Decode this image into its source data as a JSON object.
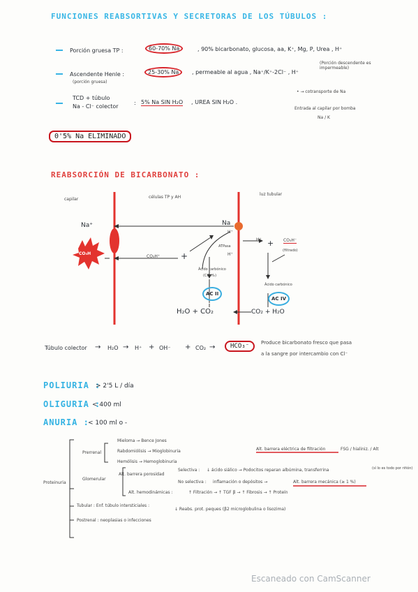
{
  "section1": {
    "title": "FUNCIONES REABSORTIVAS Y SECRETORAS DE LOS TÚBULOS :",
    "row1": {
      "label": "Porción gruesa TP :",
      "highlight": "60-70% Na",
      "rest": ", 90% bicarbonato, glucosa, aa, K⁺, Mg, P, Urea , H⁺"
    },
    "row2": {
      "label": "Ascendente Henle :",
      "sublabel": "(porción gruesa)",
      "highlight": "25-30% Na",
      "rest": ", permeable al agua , Na⁺/K⁺-2Cl⁻ , H⁺",
      "note": "(Porción descendente es impermeable)"
    },
    "row3": {
      "label1": "TCD + túbulo",
      "label2": "Na - Cl⁻ colector",
      "colon": ":",
      "highlight": "5% Na SIN H₂O",
      "rest": ", UREA SIN H₂O .",
      "note1": "• → cotransporte de Na",
      "note2": "Entrada al capilar por bomba",
      "note3": "Na / K"
    },
    "eliminated": "0'5% Na ELIMINADO"
  },
  "section2": {
    "title": "REABSORCIÓN DE BICARBONATO :",
    "capillary": "capilar",
    "cells": "células TP y AH",
    "lumen": "luz tubular",
    "na_left": "Na⁺",
    "na_right": "Na",
    "co3h_left": "CO₃H",
    "co3h_mid": "CO₃H⁺",
    "plus1": "+",
    "h_a": "H⁺",
    "h_b": "H⁺",
    "atpasa": "ATPasa",
    "h_lumen": "H⁺",
    "plus2": "+",
    "co3h_lumen": "CO₃H⁻",
    "filtered": "(filtrado)",
    "acid1": "Ácido carbónico",
    "acid1_sub": "(CO₃H₂)",
    "acid2": "Ácido carbónico",
    "ac2": "AC II",
    "ac4": "AC IV",
    "bottom_left": "H₂O + CO₂",
    "bottom_right": "CO₂ + H₂O"
  },
  "section3": {
    "label": "Túbulo colector",
    "arrow1": "→",
    "h2o": "H₂O",
    "arrow2": "→",
    "h": "H⁺",
    "plus": "+",
    "oh": "OH⁻",
    "plus2": "+",
    "co2": "CO₂",
    "arrow3": "→",
    "hco3": "HCO₃⁻",
    "note1": "Produce bicarbonato fresco que pasa",
    "note2": "a la sangre por intercambio con Cl⁻"
  },
  "definitions": {
    "poliuria_label": "POLIURIA :",
    "poliuria_value": "> 2'5 L / día",
    "oliguria_label": "OLIGURIA :",
    "oliguria_value": "< 400 ml",
    "anuria_label": "ANURIA :",
    "anuria_value": "< 100 ml o -"
  },
  "proteinuria": {
    "root": "Proteinuria",
    "prerrenal": "Prerrenal",
    "mieloma": "Mieloma → Bence Jones",
    "rabdo": "Rabdomiólisis → Mioglobinuria",
    "hemolisis": "Hemólisis → Hemoglobinuria",
    "glomerular": "Glomerular",
    "barrera_electrica": "Alt. barrera eléctrica de filtración",
    "fsg": "FSG / hialiniz. / Alt",
    "barrera_porosidad": "Alt. barrera porosidad",
    "g_sublabel": "Selectiva :",
    "g_sel": "↓ ácido siálico → Podocitos reparan albúmina, transferrina",
    "g_sel_note": "(sí lo es todo por riñón)",
    "no_selectiva": "No selectiva :",
    "no_sel_text": "inflamación o depósitos →",
    "alt_mecanica": "Alt. barrera mecánica (≥ 1 %)",
    "hemodinamicas": "Alt. hemodinámicas :",
    "hemo_text": "↑ Filtración → ↑ TGF β → ↑ Fibrosis → ↑ Proteín",
    "tubular": "Tubular : Enf. túbulo intersticiales :",
    "tubular_text": "↓ Reabs. prot. peques (β2 microglobulina o lisozima)",
    "postrenal": "Postrenal : neoplasias o infecciones"
  },
  "footer": "Escaneado con CamScanner"
}
